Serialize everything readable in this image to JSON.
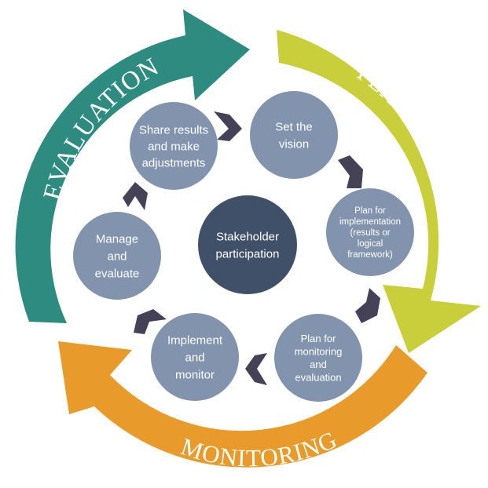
{
  "colors": {
    "evaluation_arrow": "#2e8b80",
    "planning_arrow": "#c9cf3a",
    "monitoring_arrow": "#e89a2a",
    "node_fill": "#8193ad",
    "center_fill": "#3f5068",
    "chevron": "#454257"
  },
  "arrows": {
    "evaluation": "EVALUATION",
    "planning": "PLANNING/DESIGN",
    "monitoring": "MONITORING"
  },
  "center": {
    "lines": [
      "Stakeholder",
      "participation"
    ]
  },
  "nodes": [
    {
      "id": "set-the-vision",
      "lines": [
        "Set the",
        "vision"
      ]
    },
    {
      "id": "plan-for-implementation",
      "lines": [
        "Plan for",
        "implementation",
        "(results or",
        "logical",
        "framework)"
      ]
    },
    {
      "id": "plan-for-monitoring",
      "lines": [
        "Plan for",
        "monitoring",
        "and",
        "evaluation"
      ]
    },
    {
      "id": "implement-and-monitor",
      "lines": [
        "Implement",
        "and",
        "monitor"
      ]
    },
    {
      "id": "manage-and-evaluate",
      "lines": [
        "Manage",
        "and",
        "evaluate"
      ]
    },
    {
      "id": "share-results",
      "lines": [
        "Share results",
        "and make",
        "adjustments"
      ]
    }
  ]
}
